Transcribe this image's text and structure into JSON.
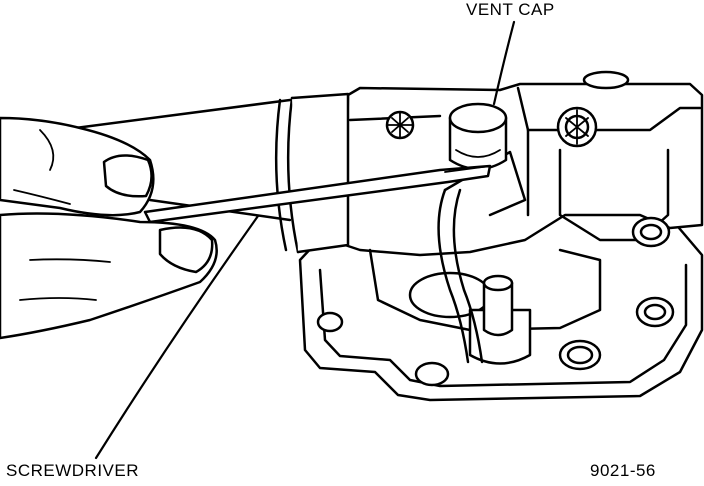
{
  "labels": {
    "vent_cap": "VENT CAP",
    "screwdriver": "SCREWDRIVER",
    "figure_code": "9021-56"
  },
  "colors": {
    "ink": "#000000",
    "paper": "#ffffff"
  }
}
